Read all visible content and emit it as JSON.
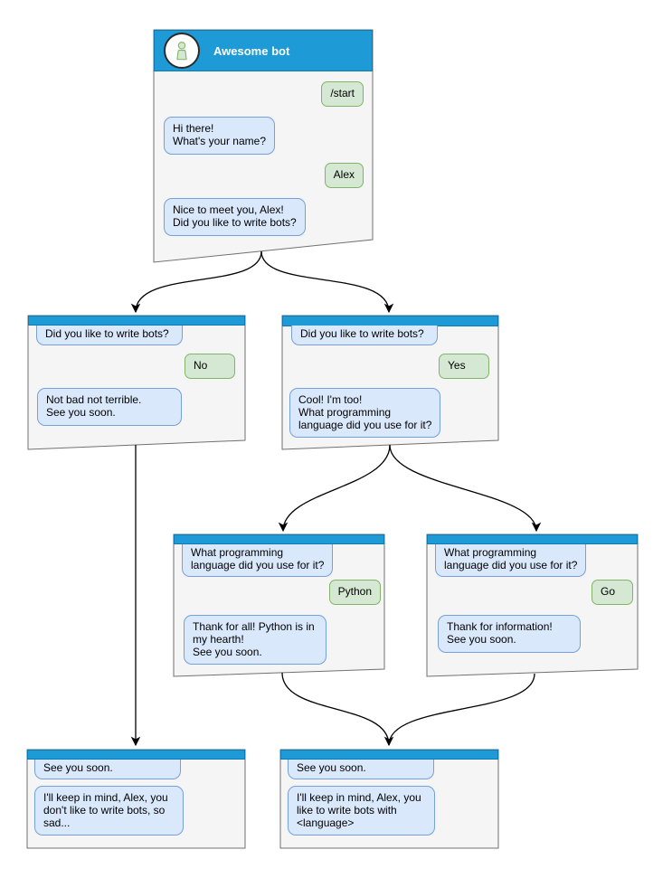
{
  "diagram": {
    "windows": [
      {
        "id": "root",
        "title": "Awesome bot",
        "messages": [
          {
            "from": "user",
            "text": "/start"
          },
          {
            "from": "bot",
            "text": "Hi there!\nWhat's your name?"
          },
          {
            "from": "user",
            "text": "Alex"
          },
          {
            "from": "bot",
            "text": "Nice to meet you, Alex!\nDid you like to write bots?"
          }
        ]
      },
      {
        "id": "branch-no",
        "messages": [
          {
            "from": "bot",
            "text": "Did you like to write bots?"
          },
          {
            "from": "user",
            "text": "No"
          },
          {
            "from": "bot",
            "text": "Not bad not terrible.\nSee you soon."
          }
        ]
      },
      {
        "id": "branch-yes",
        "messages": [
          {
            "from": "bot",
            "text": "Did you like to write bots?"
          },
          {
            "from": "user",
            "text": "Yes"
          },
          {
            "from": "bot",
            "text": "Cool! I'm too!\nWhat programming\nlanguage did you use for it?"
          }
        ]
      },
      {
        "id": "branch-python",
        "messages": [
          {
            "from": "bot",
            "text": "What programming\nlanguage did you use for it?"
          },
          {
            "from": "user",
            "text": "Python"
          },
          {
            "from": "bot",
            "text": "Thank for all! Python is in\nmy hearth!\nSee you soon."
          }
        ]
      },
      {
        "id": "branch-go",
        "messages": [
          {
            "from": "bot",
            "text": "What programming\nlanguage did you use for it?"
          },
          {
            "from": "user",
            "text": "Go"
          },
          {
            "from": "bot",
            "text": "Thank for information!\nSee you soon."
          }
        ]
      },
      {
        "id": "end-no",
        "messages": [
          {
            "from": "bot",
            "text": "See you soon."
          },
          {
            "from": "bot",
            "text": "I'll keep in mind, Alex, you\ndon't like to write bots, so\nsad..."
          }
        ]
      },
      {
        "id": "end-yes",
        "messages": [
          {
            "from": "bot",
            "text": "See you soon."
          },
          {
            "from": "bot",
            "text": "I'll keep in mind, Alex, you\nlike to write bots with\n<language>"
          }
        ]
      }
    ],
    "colors": {
      "header_blue": "#1e9bd7",
      "bot_bubble_fill": "#dae8fc",
      "bot_bubble_border": "#74a0dc",
      "user_bubble_fill": "#d5e8d4",
      "user_bubble_border": "#82b366",
      "window_fill": "#f5f5f5",
      "window_border": "#707070",
      "connector": "#000000"
    }
  }
}
